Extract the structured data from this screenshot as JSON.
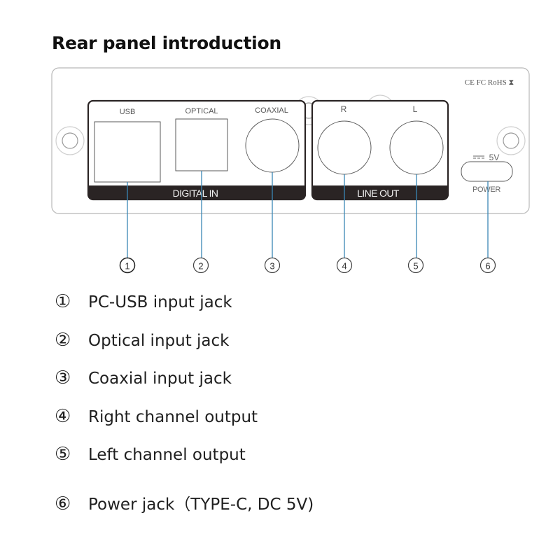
{
  "title": "Rear panel introduction",
  "panel": {
    "certifications": "CE FC RoHS ⧗",
    "group_labels": {
      "digital_in": "DIGITAL IN",
      "line_out": "LINE OUT"
    },
    "port_labels": {
      "usb": "USB",
      "optical": "OPTICAL",
      "coaxial": "COAXIAL",
      "right": "R",
      "left": "L"
    },
    "power": {
      "voltage": "5V",
      "dc_symbol": "⎓",
      "label": "POWER"
    },
    "callouts": [
      "①",
      "②",
      "③",
      "④",
      "⑤",
      "⑥"
    ],
    "leader_color": "#3a87b5"
  },
  "legend": [
    {
      "num": "①",
      "text": "PC-USB input jack"
    },
    {
      "num": "②",
      "text": "Optical input jack"
    },
    {
      "num": "③",
      "text": "Coaxial input jack"
    },
    {
      "num": "④",
      "text": "Right channel output"
    },
    {
      "num": "⑤",
      "text": "Left channel output"
    },
    {
      "num": "⑥",
      "text": "Power jack（TYPE-C, DC 5V)"
    }
  ]
}
